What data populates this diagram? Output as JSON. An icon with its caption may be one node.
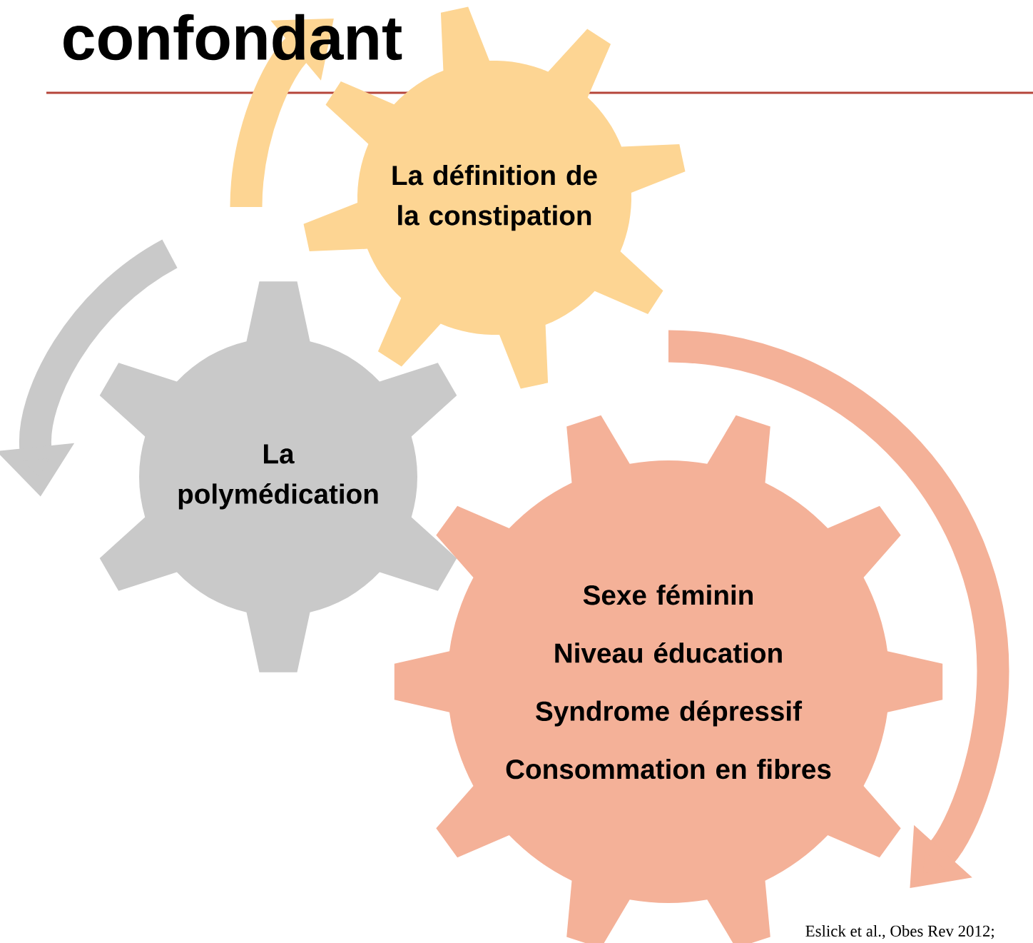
{
  "diagram": {
    "title": "confondant",
    "nodes": [
      {
        "text": [
          "La définition de la constipation"
        ]
      },
      {
        "text": [
          "La polymédication"
        ]
      },
      {
        "text": [
          "Sexe féminin",
          "Niveau éducation",
          "Syndrome dépressif",
          "Consommation en fibres"
        ]
      }
    ],
    "labels": [
      "Eslick et al., Obes Rev 2012;"
    ]
  }
}
